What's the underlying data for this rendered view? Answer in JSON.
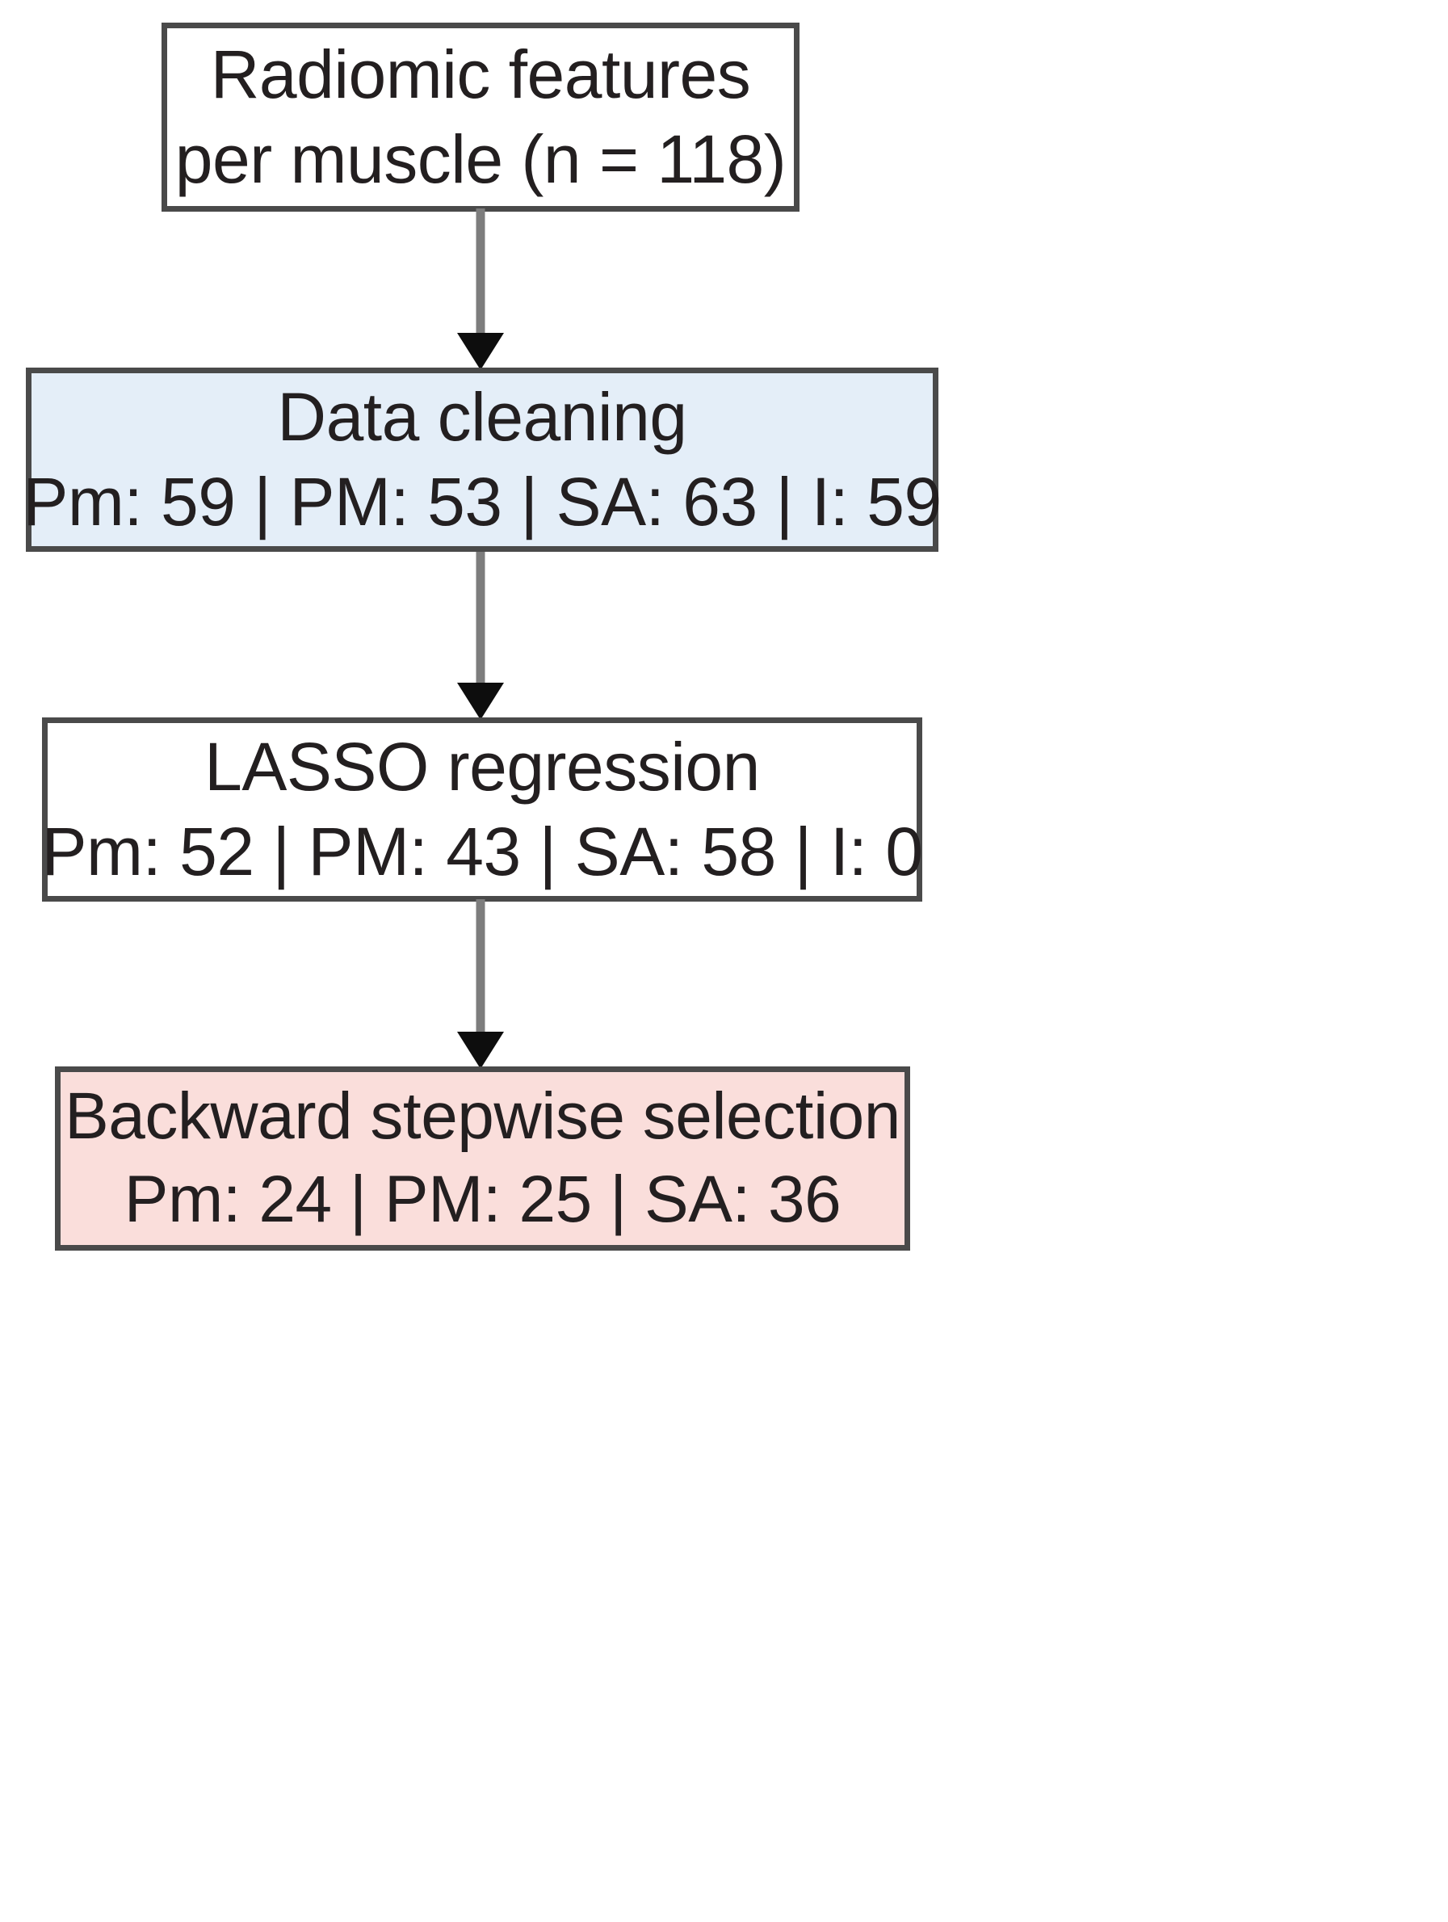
{
  "figure": {
    "type": "flowchart",
    "orientation": "vertical-top-to-bottom",
    "title": "",
    "separator": "|",
    "muscle_abbreviations": [
      "Pm",
      "PM",
      "SA",
      "I"
    ]
  },
  "colors": {
    "box_border": "#4a4a4a",
    "box_fill_default": "#ffffff",
    "box_fill_data_cleaning": "#e4eef8",
    "box_fill_backward_stepwise": "#fadedb",
    "text": "#231f20",
    "arrow_shaft": "#7d7d7d",
    "arrow_head": "#0d0d0d",
    "page_background": "#ffffff"
  },
  "nodes": [
    {
      "id": "radiomic-features",
      "line1": "Radiomic features",
      "line2": "per muscle (n = 118)",
      "fill": "#ffffff",
      "counts": {
        "n": 118
      }
    },
    {
      "id": "data-cleaning",
      "line1": "Data cleaning",
      "line2": "Pm: 59 | PM: 53 | SA: 63 | I: 59",
      "fill": "#e4eef8",
      "counts": {
        "Pm": 59,
        "PM": 53,
        "SA": 63,
        "I": 59
      }
    },
    {
      "id": "lasso-regression",
      "line1": "LASSO regression",
      "line2": "Pm: 52 | PM: 43 | SA: 58 | I: 0",
      "fill": "#ffffff",
      "counts": {
        "Pm": 52,
        "PM": 43,
        "SA": 58,
        "I": 0
      }
    },
    {
      "id": "backward-stepwise",
      "line1": "Backward stepwise selection",
      "line2": "Pm: 24 | PM: 25 | SA: 36",
      "fill": "#fadedb",
      "counts": {
        "Pm": 24,
        "PM": 25,
        "SA": 36
      }
    }
  ],
  "connectors": [
    {
      "id": "connector-1",
      "from": "radiomic-features",
      "to": "data-cleaning",
      "label": ""
    },
    {
      "id": "connector-2",
      "from": "data-cleaning",
      "to": "lasso-regression",
      "label": ""
    },
    {
      "id": "connector-3",
      "from": "lasso-regression",
      "to": "backward-stepwise",
      "label": ""
    }
  ]
}
